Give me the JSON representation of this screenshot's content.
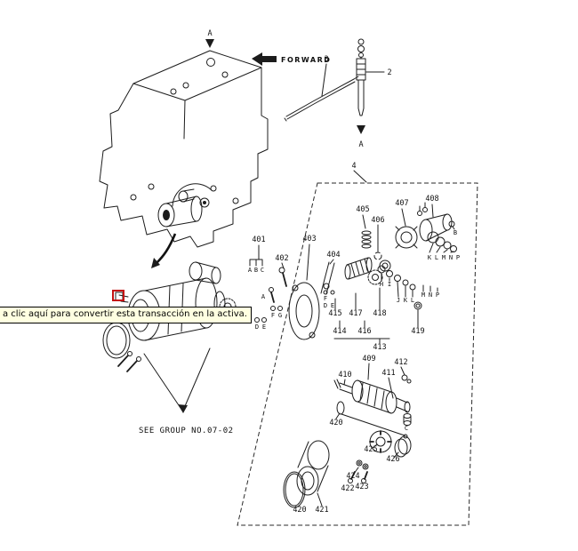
{
  "page": {
    "background": "#ffffff"
  },
  "tooltip": {
    "text": "a clic aquí para convertir esta transacción en la activa.",
    "background": "#ffffe1",
    "border_color": "#000000"
  },
  "highlight_box": {
    "color": "#c41212"
  },
  "annotations": {
    "forward_label": "FORWARD",
    "see_group_note": "SEE GROUP NO.07-02"
  },
  "callouts": {
    "a_top": "A",
    "n3": "3",
    "n2": "2",
    "a_plug": "A",
    "n4": "4",
    "p401": "401",
    "p402": "402",
    "p403": "403",
    "p404": "404",
    "p405": "405",
    "p406": "406",
    "p407": "407",
    "p408": "408",
    "p409": "409",
    "p410": "410",
    "p411": "411",
    "p412": "412",
    "p413": "413",
    "p414": "414",
    "p415": "415",
    "p416": "416",
    "p417": "417",
    "p418": "418",
    "p419": "419",
    "p420a": "420",
    "p420b": "420",
    "p421": "421",
    "p422": "422",
    "p423": "423",
    "p424": "424",
    "p425": "425",
    "p426": "426"
  },
  "letters": {
    "u401_a": "A",
    "u401_b": "B",
    "u401_c": "C",
    "left_a": "A",
    "left_f": "F",
    "left_g": "G",
    "left_d": "D",
    "left_e": "E",
    "mid_f": "F",
    "mid_d": "D",
    "mid_e": "E",
    "rt_h": "H",
    "rt_i": "I",
    "rt_j": "J",
    "rt_k": "K",
    "rt_l": "L",
    "rt_m": "M",
    "rt_n": "N",
    "rt_p": "P",
    "sol_b": "B",
    "sol_k": "K",
    "sol_l": "L",
    "sol_m": "M",
    "sol_n": "N",
    "sol_p": "P",
    "low_c": "C"
  }
}
